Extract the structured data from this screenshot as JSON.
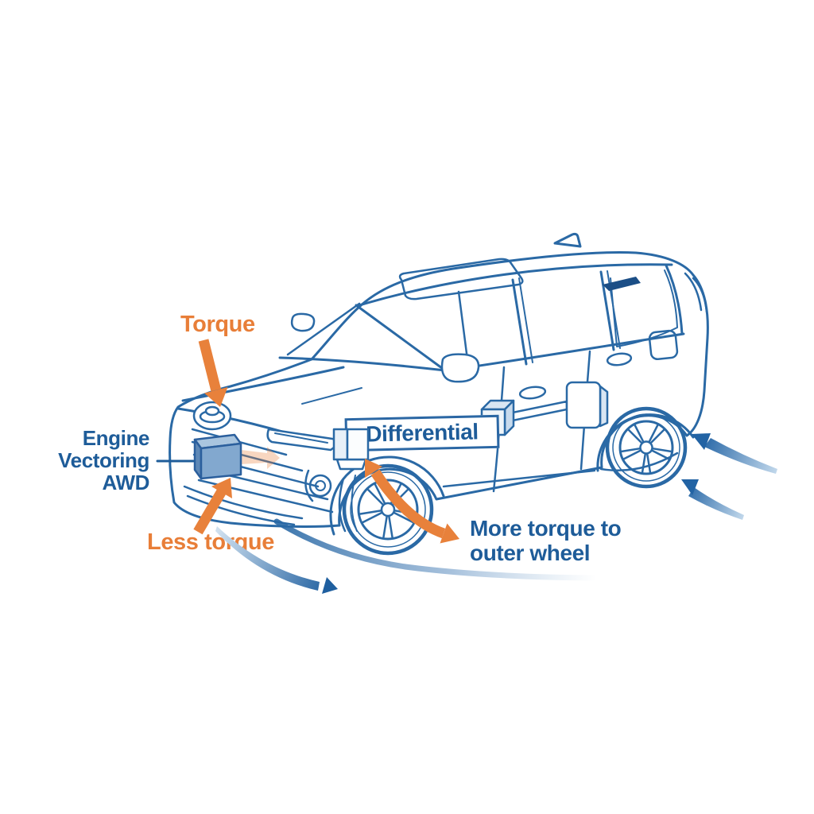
{
  "labels": {
    "torque": "Torque",
    "engine_awd": "Engine\nVectoring\nAWD",
    "differential": "Differential",
    "less_torque": "Less torque",
    "more_torque": "More torque to\nouter wheel"
  },
  "colors": {
    "accent_orange": "#E87E38",
    "line_blue": "#2A69A5",
    "text_blue": "#1E5C99",
    "engine_box_blue": "#82A8CF",
    "swoosh_dark": "#1E5C9B",
    "swoosh_light": "#C3D9EC"
  },
  "illustration": {
    "subject": "suv-three-quarter-front-line-art",
    "icons": [
      "torque-down-arrow-icon",
      "torque-up-arrow-icon",
      "torque-transfer-double-arrow-icon",
      "turn-swoosh-left-icon",
      "turn-swoosh-right-top-icon",
      "turn-swoosh-right-bottom-icon",
      "underbody-turn-swoosh-icon",
      "engine-awd-box",
      "differential-box-left",
      "differential-box-right",
      "rear-drive-plate",
      "toyota-emblem-icon"
    ]
  }
}
